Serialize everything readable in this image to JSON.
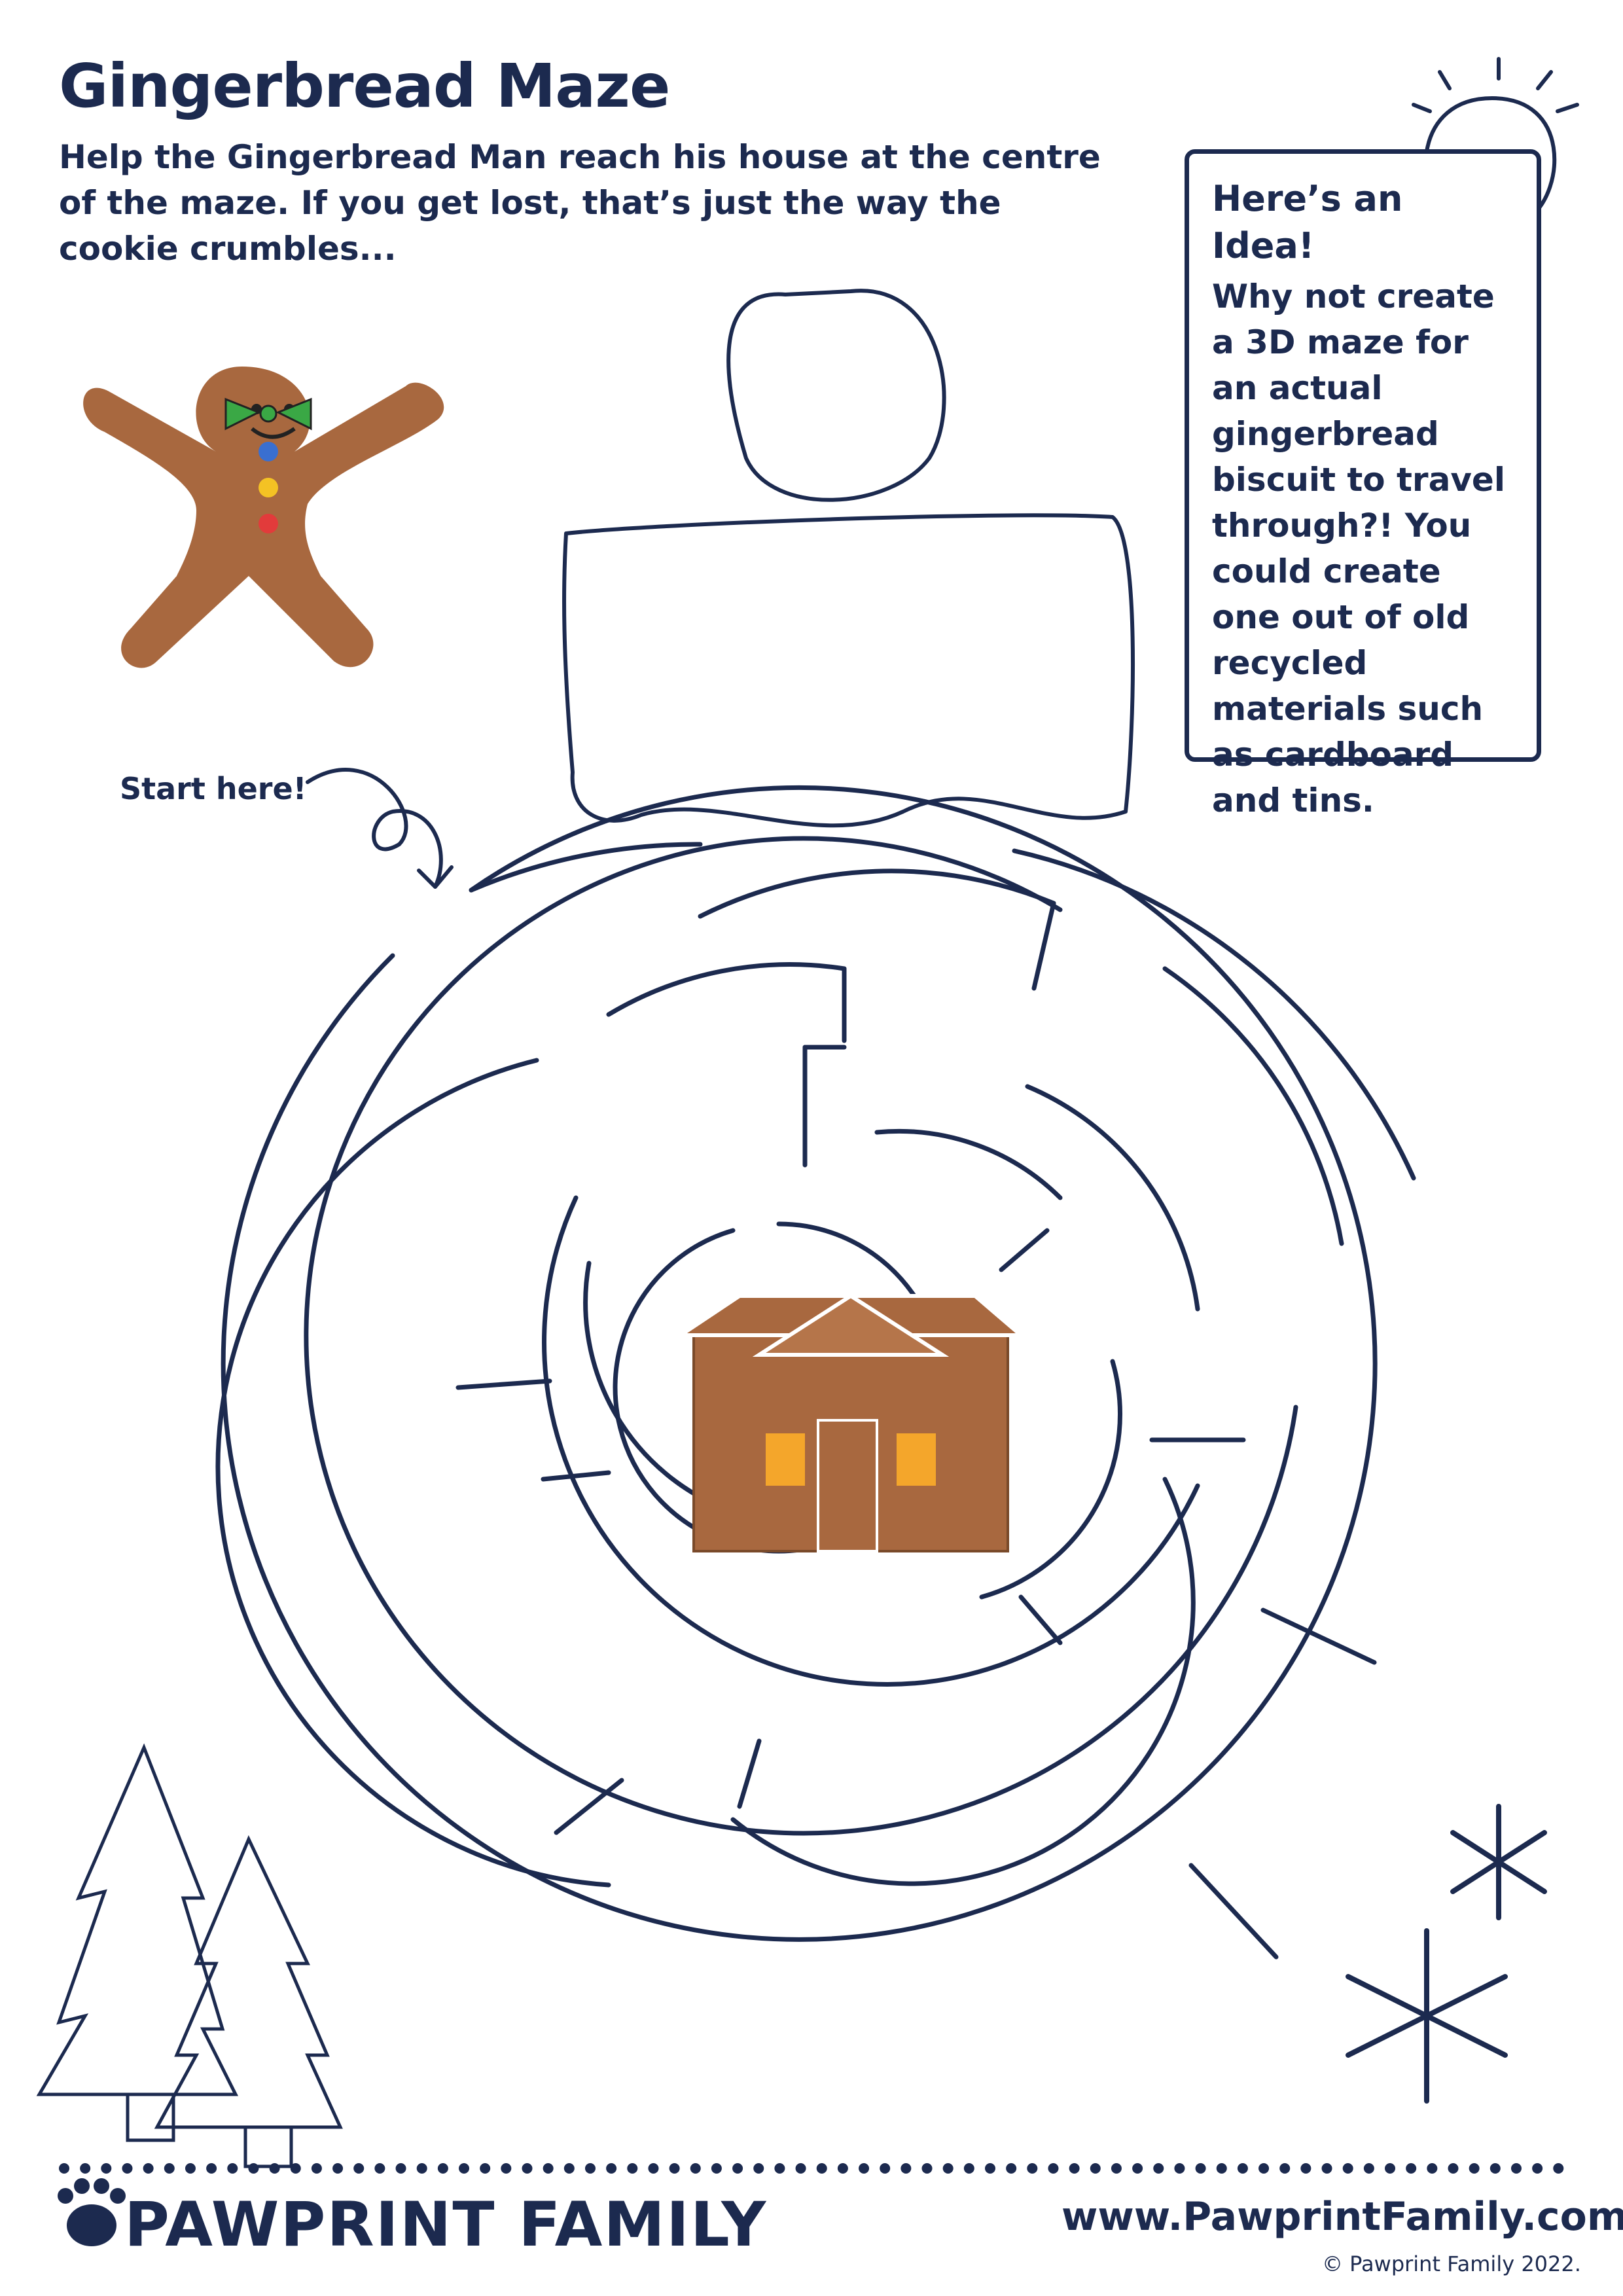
{
  "header": {
    "title": "Gingerbread Maze",
    "intro": "Help the Gingerbread Man reach his house at the centre of the maze. If you get lost, that’s just the way the cookie crumbles..."
  },
  "maze": {
    "start_label": "Start here!"
  },
  "idea": {
    "title": "Here’s an Idea!",
    "body": "Why not create a 3D maze for an actual gingerbread biscuit to travel through?! You could create one out of old recycled materials such as cardboard and tins."
  },
  "footer": {
    "brand": "PAWPRINT FAMILY",
    "website": "www.PawprintFamily.com",
    "copyright": "© Pawprint Family 2022."
  },
  "colors": {
    "ink": "#1c2a4f",
    "gingerbread": "#a8683f",
    "bowtie": "#3aa845"
  },
  "icons": [
    "lightbulb-icon",
    "pawprint-icon",
    "snowflake-icon",
    "tree-icon",
    "arrow-icon"
  ]
}
